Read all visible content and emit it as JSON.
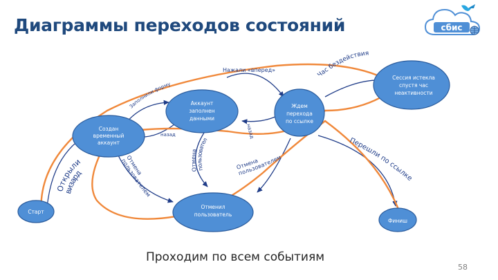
{
  "title": "Диаграммы переходов состояний",
  "logo_text": "сбис",
  "caption": "Проходим по всем событиям",
  "page_number": "58",
  "colors": {
    "state_fill": "#4f8fd6",
    "state_stroke": "#2a5b9c",
    "arrow_orange": "#f0883a",
    "arrow_blue": "#1f3c88",
    "title": "#1f497d"
  },
  "states": {
    "start": "Старт",
    "temp_account": [
      "Создан",
      "временный",
      "аккаунт"
    ],
    "account_filled": [
      "Аккаунт",
      "заполнен",
      "данными"
    ],
    "waiting_link": [
      "Ждем",
      "перехода",
      "по ссылке"
    ],
    "session_expired": [
      "Сессия истекла",
      "спустя час",
      "неактивности"
    ],
    "cancelled": [
      "Отменил",
      "пользователь"
    ],
    "finish": "Финиш"
  },
  "transitions": {
    "next": "Нажали «вперед»",
    "hour_idle": "Час бездействия",
    "fill_form": "Заполнили форму",
    "back": "назад",
    "back2": "назад",
    "cancel_user_1": [
      "Отмена",
      "пользователем"
    ],
    "cancel_user_2": [
      "Отмена",
      "пользователем"
    ],
    "cancel_user_3": [
      "Отмена",
      "пользователем"
    ],
    "wizard_open": [
      "Открыли",
      "визард"
    ],
    "link_followed": "Перешли по ссылке"
  }
}
